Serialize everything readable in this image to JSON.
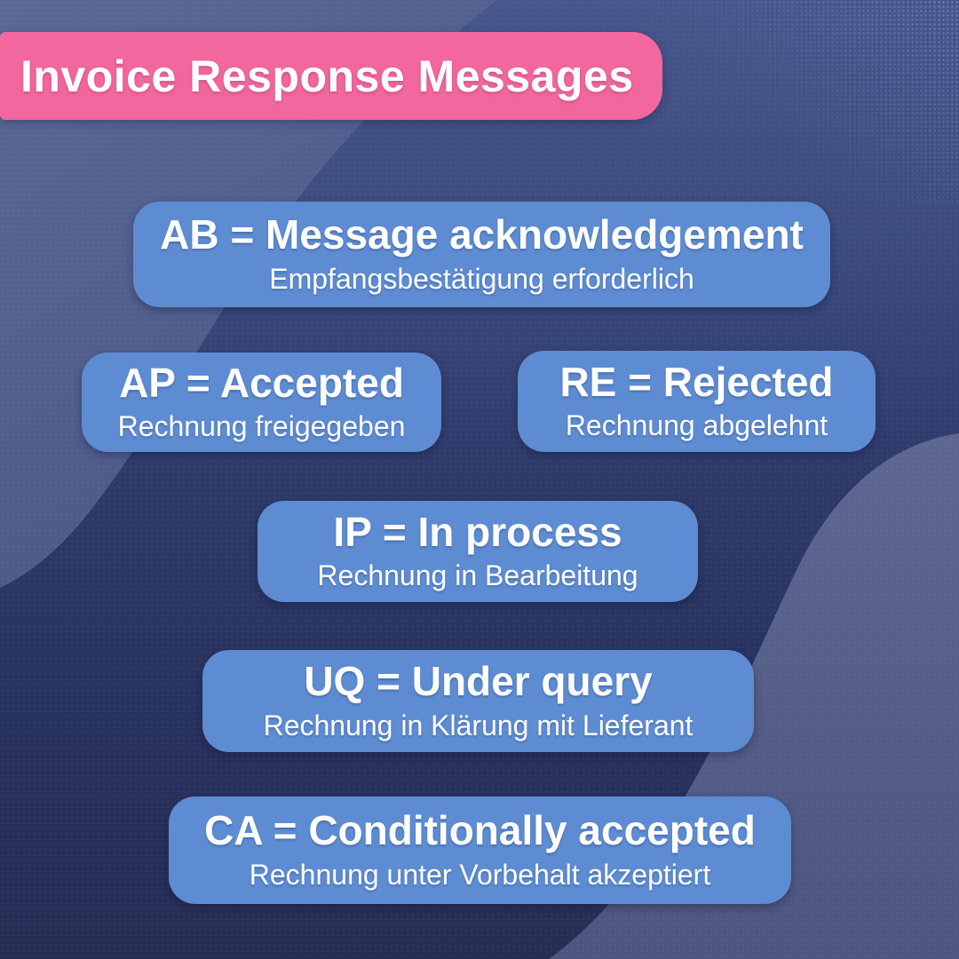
{
  "header": {
    "title": "Invoice Response Messages"
  },
  "colors": {
    "banner_pink": "#f1679e",
    "card_blue": "#5e8cd2",
    "background_top": "#48578b",
    "background_bottom": "#262e55",
    "diagonal_band": "#53618f",
    "corner_blob": "#57618c",
    "text": "#ffffff"
  },
  "cards": [
    {
      "code": "AB",
      "title": "AB = Message acknowledgement",
      "subtitle": "Empfangsbestätigung erforderlich"
    },
    {
      "code": "AP",
      "title": "AP = Accepted",
      "subtitle": "Rechnung freigegeben"
    },
    {
      "code": "RE",
      "title": "RE = Rejected",
      "subtitle": "Rechnung abgelehnt"
    },
    {
      "code": "IP",
      "title": "IP = In process",
      "subtitle": "Rechnung in Bearbeitung"
    },
    {
      "code": "UQ",
      "title": "UQ = Under query",
      "subtitle": "Rechnung in Klärung mit Lieferant"
    },
    {
      "code": "CA",
      "title": "CA = Conditionally accepted",
      "subtitle": "Rechnung unter Vorbehalt akzeptiert"
    }
  ]
}
